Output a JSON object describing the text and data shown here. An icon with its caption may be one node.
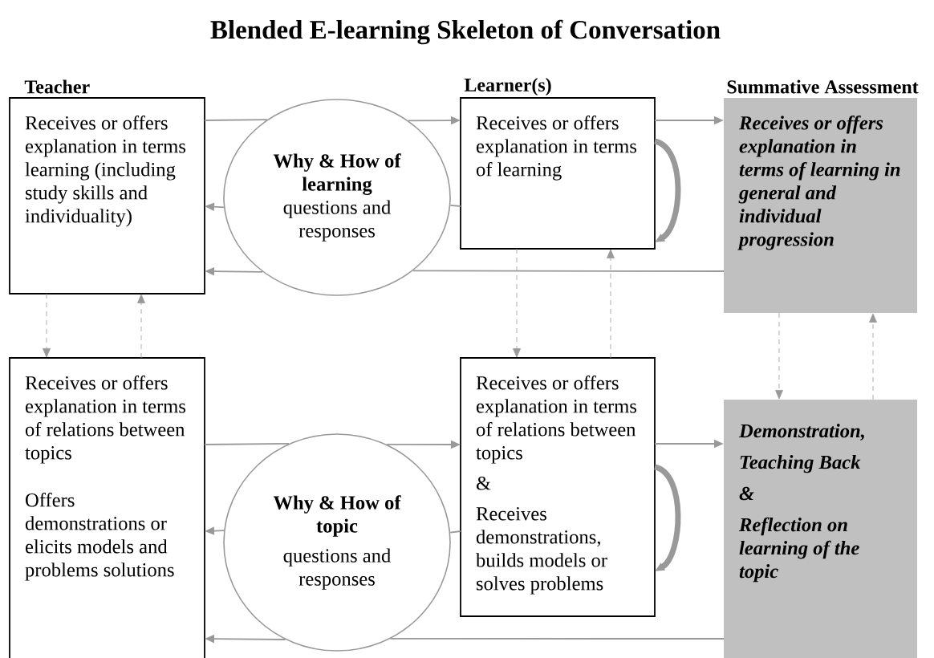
{
  "diagram": {
    "title": "Blended E-learning Skeleton of Conversation",
    "nodes": [
      {
        "text": [
          "Receives or offers explanation in terms learning (including study skills and individuality)"
        ]
      },
      {
        "text": [
          "Why & How of learning",
          "questions and responses"
        ]
      },
      {
        "text": [
          "Receives or offers explanation in terms of learning"
        ]
      },
      {
        "text": [
          "Receives or offers explanation in terms of learning in general and individual progression"
        ]
      },
      {
        "text": [
          "Receives or offers explanation in terms of relations between topics",
          "Offers demonstrations or elicits models and problems solutions"
        ]
      },
      {
        "text": [
          "Why & How of topic",
          "questions and responses"
        ]
      },
      {
        "text": [
          "Receives or offers explanation in terms of relations between topics",
          "&",
          "Receives demonstrations, builds models or solves problems"
        ]
      },
      {
        "text": [
          "Demonstration,",
          "Teaching Back",
          "&",
          "Reflection on learning of the topic"
        ]
      }
    ],
    "edges": [
      {
        "from": 0,
        "to": 1,
        "arrow": "none"
      },
      {
        "from": 1,
        "to": 2,
        "arrow": "to"
      },
      {
        "from": 2,
        "to": 1,
        "arrow": "none"
      },
      {
        "from": 1,
        "to": 0,
        "arrow": "to"
      },
      {
        "from": 2,
        "to": 3,
        "arrow": "to"
      },
      {
        "from": 3,
        "to": 1,
        "arrow": "none"
      },
      {
        "from": 1,
        "to": 0,
        "arrow": "to"
      },
      {
        "from": 2,
        "to": 2,
        "arrow": "to",
        "style": "thick"
      },
      {
        "from": 0,
        "to": 4,
        "arrow": "to",
        "style": "dashed"
      },
      {
        "from": 4,
        "to": 0,
        "arrow": "to",
        "style": "dashed"
      },
      {
        "from": 2,
        "to": 6,
        "arrow": "to",
        "style": "dashed"
      },
      {
        "from": 6,
        "to": 2,
        "arrow": "to",
        "style": "dashed"
      },
      {
        "from": 3,
        "to": 7,
        "arrow": "to",
        "style": "dashed"
      },
      {
        "from": 7,
        "to": 3,
        "arrow": "to",
        "style": "dashed"
      },
      {
        "from": 4,
        "to": 5,
        "arrow": "none"
      },
      {
        "from": 5,
        "to": 6,
        "arrow": "to"
      },
      {
        "from": 6,
        "to": 5,
        "arrow": "none"
      },
      {
        "from": 5,
        "to": 4,
        "arrow": "to"
      },
      {
        "from": 6,
        "to": 7,
        "arrow": "to"
      },
      {
        "from": 7,
        "to": 5,
        "arrow": "none"
      },
      {
        "from": 5,
        "to": 4,
        "arrow": "to"
      },
      {
        "from": 6,
        "to": 6,
        "arrow": "to",
        "style": "thick"
      }
    ],
    "labels": [
      "Teacher",
      "Learner(s)",
      "Summative Assessment"
    ]
  }
}
